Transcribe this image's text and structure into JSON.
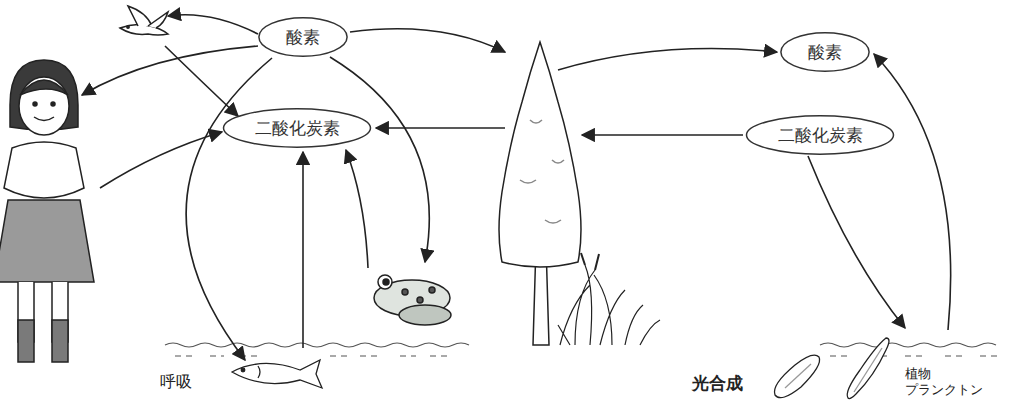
{
  "diagram": {
    "nodes": [
      {
        "text": [
          "酸素"
        ]
      },
      {
        "text": [
          "酸素"
        ]
      },
      {
        "text": [
          "二酸化炭素"
        ]
      },
      {
        "text": [
          "二酸化炭素"
        ]
      }
    ],
    "labels": [
      "呼吸",
      "光合成",
      "植物 プランクトン"
    ]
  }
}
